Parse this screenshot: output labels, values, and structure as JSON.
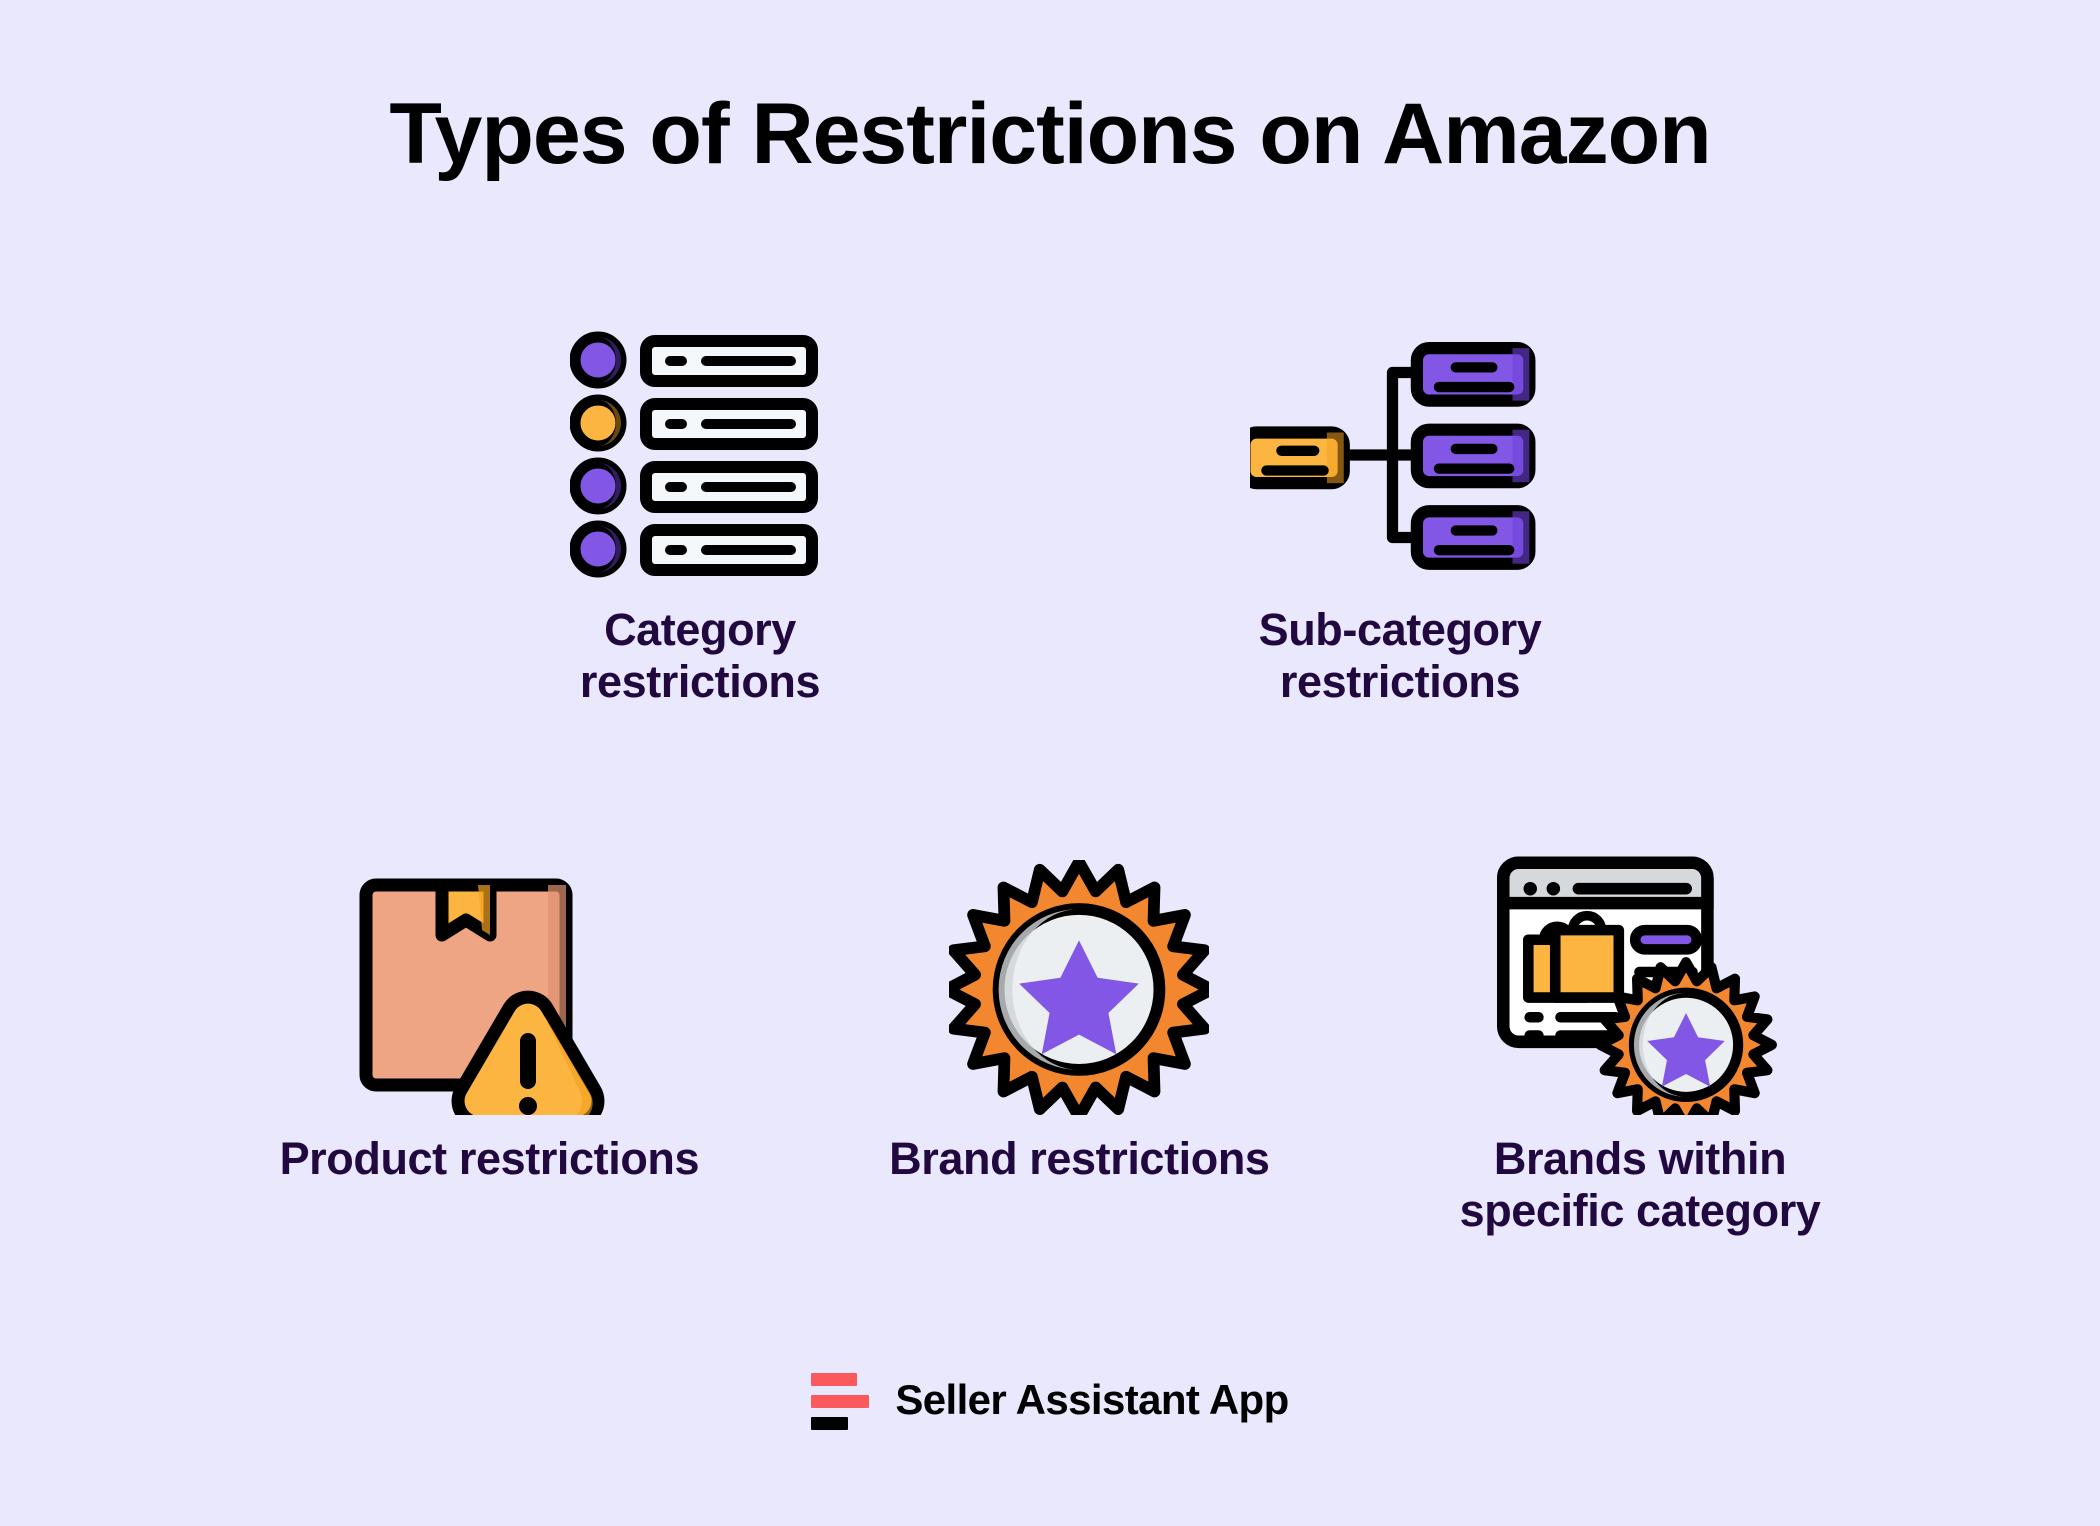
{
  "page": {
    "title": "Types of Restrictions on Amazon",
    "background_color": "#e9e8fd",
    "title_color": "#000000",
    "label_color": "#21093f"
  },
  "palette": {
    "purple": "#8257e6",
    "purple_shade": "#6f41d8",
    "yellow": "#fbb540",
    "yellow_shade": "#f2a120",
    "orange": "#f2872f",
    "salmon": "#eda584",
    "salmon_shade": "#e0916f",
    "grey_light": "#eceff1",
    "grey": "#d6d9dc",
    "white": "#ffffff",
    "black": "#000000",
    "coral": "#fb5a5d"
  },
  "items": [
    {
      "id": "category-restrictions",
      "label": "Category\nrestrictions",
      "icon": "category-list-icon",
      "rows": [
        {
          "bullet_color": "#8257e6"
        },
        {
          "bullet_color": "#fbb540"
        },
        {
          "bullet_color": "#8257e6"
        },
        {
          "bullet_color": "#8257e6"
        }
      ]
    },
    {
      "id": "subcategory-restrictions",
      "label": "Sub-category\nrestrictions",
      "icon": "hierarchy-tree-icon",
      "parent_node_color": "#fbb540",
      "child_node_color": "#8257e6",
      "child_count": 3
    },
    {
      "id": "product-restrictions",
      "label": "Product restrictions",
      "icon": "package-box-warning-icon",
      "box_color": "#eda584",
      "ribbon_color": "#fbb540",
      "warning_color": "#fbb540"
    },
    {
      "id": "brand-restrictions",
      "label": "Brand restrictions",
      "icon": "star-badge-icon",
      "badge_color": "#f2872f",
      "star_color": "#8257e6",
      "disc_color": "#eceff1"
    },
    {
      "id": "brands-within-specific-category",
      "label": "Brands within\nspecific category",
      "icon": "browser-window-badge-icon",
      "window_color": "#ffffff",
      "titlebar_color": "#d6d9dc",
      "bag_color": "#fbb540",
      "pill_color": "#8257e6",
      "badge_color": "#f2872f",
      "star_color": "#8257e6"
    }
  ],
  "footer": {
    "brand_name": "Seller Assistant App",
    "logo_bars": [
      {
        "color": "#fb5a5d",
        "width": 46
      },
      {
        "color": "#fb5a5d",
        "width": 58
      },
      {
        "color": "#000000",
        "width": 37
      }
    ]
  }
}
